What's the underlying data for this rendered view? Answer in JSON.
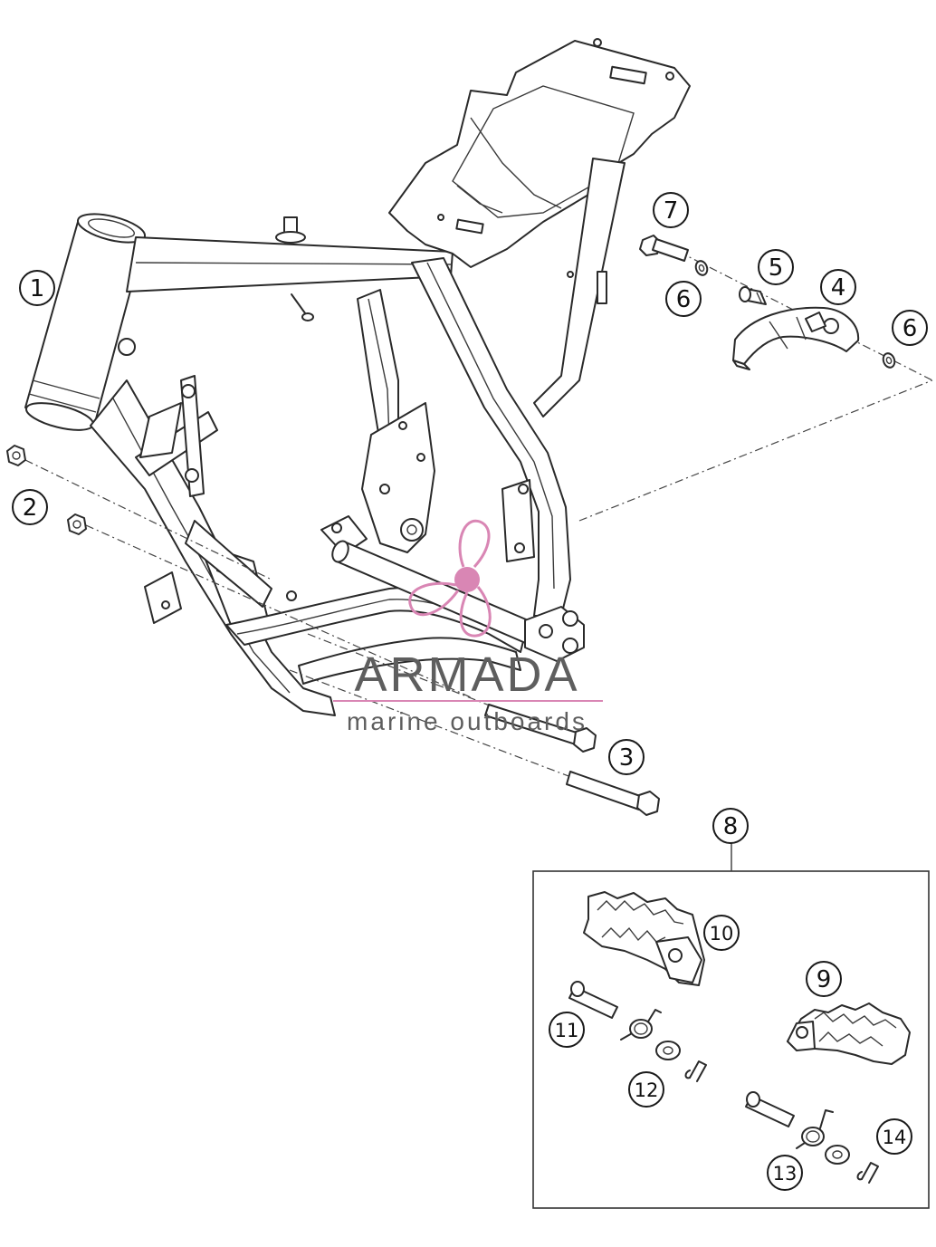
{
  "callouts": [
    {
      "id": "c1",
      "label": "1"
    },
    {
      "id": "c2",
      "label": "2"
    },
    {
      "id": "c3",
      "label": "3"
    },
    {
      "id": "c4",
      "label": "4"
    },
    {
      "id": "c5",
      "label": "5"
    },
    {
      "id": "c6a",
      "label": "6"
    },
    {
      "id": "c6b",
      "label": "6"
    },
    {
      "id": "c7",
      "label": "7"
    },
    {
      "id": "c8",
      "label": "8"
    },
    {
      "id": "c9",
      "label": "9"
    },
    {
      "id": "c10",
      "label": "10"
    },
    {
      "id": "c11",
      "label": "11"
    },
    {
      "id": "c12",
      "label": "12"
    },
    {
      "id": "c13",
      "label": "13"
    },
    {
      "id": "c14",
      "label": "14"
    }
  ],
  "watermark": {
    "name": "ARMADA",
    "tagline": "marine outboards",
    "logo_color": "#d986b4",
    "text_color": "#5e5e5e"
  }
}
